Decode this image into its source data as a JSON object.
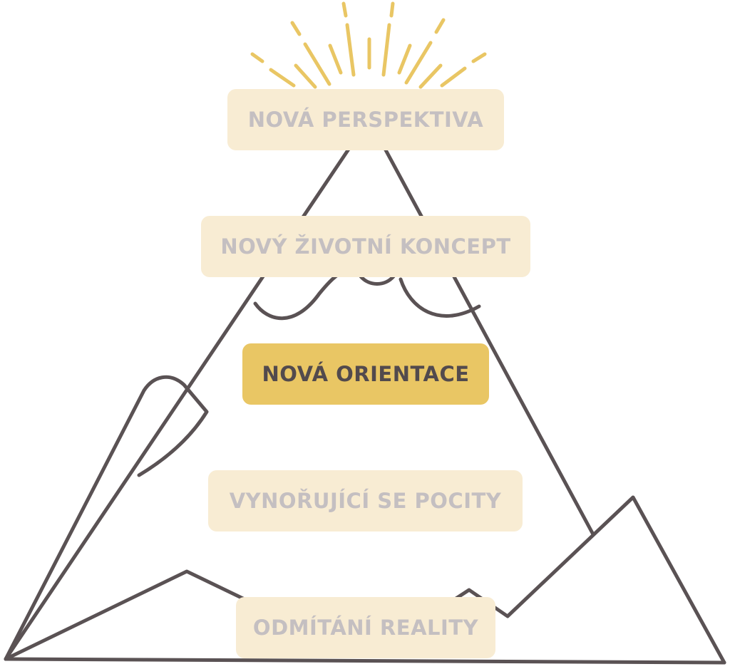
{
  "colors": {
    "outline": "#5a5254",
    "sun_rays": "#e9c664",
    "label_muted_bg": "#f8ecd3",
    "label_muted_text": "#c4bfc1",
    "label_active_bg": "#e9c664",
    "label_active_text": "#524a4d"
  },
  "steps": [
    {
      "label": "NOVÁ PERSPEKTIVA",
      "active": false
    },
    {
      "label": "NOVÝ ŽIVOTNÍ KONCEPT",
      "active": false
    },
    {
      "label": "NOVÁ ORIENTACE",
      "active": true
    },
    {
      "label": "VYNOŘUJÍCÍ SE POCITY",
      "active": false
    },
    {
      "label": "ODMÍTÁNÍ REALITY",
      "active": false
    }
  ]
}
